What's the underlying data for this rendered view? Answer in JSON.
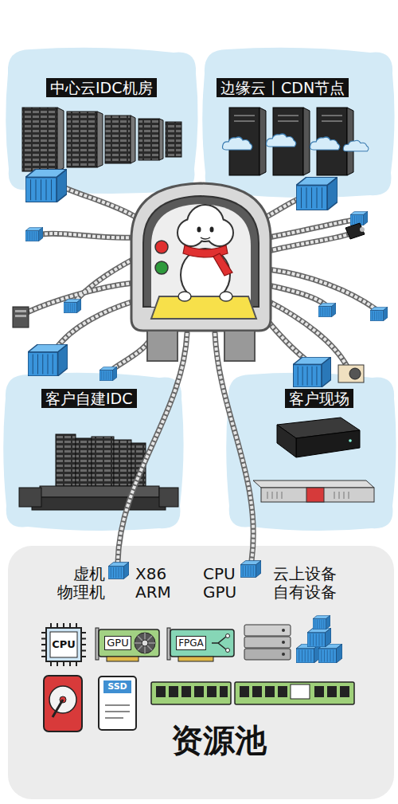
{
  "diagram": {
    "nodes": [
      {
        "text": [
          "中心云IDC机房"
        ]
      },
      {
        "text": [
          "边缘云丨CDN节点"
        ]
      },
      {
        "text": [
          "客户自建IDC"
        ]
      },
      {
        "text": [
          "客户现场"
        ]
      },
      {
        "text": [
          "虚机 物理机",
          "X86 ARM",
          "CPU GPU",
          "云上设备 自有设备",
          "资源池"
        ]
      },
      {
        "text": [
          "CPU"
        ],
        "in": 4
      },
      {
        "text": [
          "GPU"
        ],
        "in": 4
      },
      {
        "text": [
          "FPGA"
        ],
        "in": 4
      },
      {
        "text": [
          "SSD"
        ],
        "in": 4
      }
    ]
  }
}
